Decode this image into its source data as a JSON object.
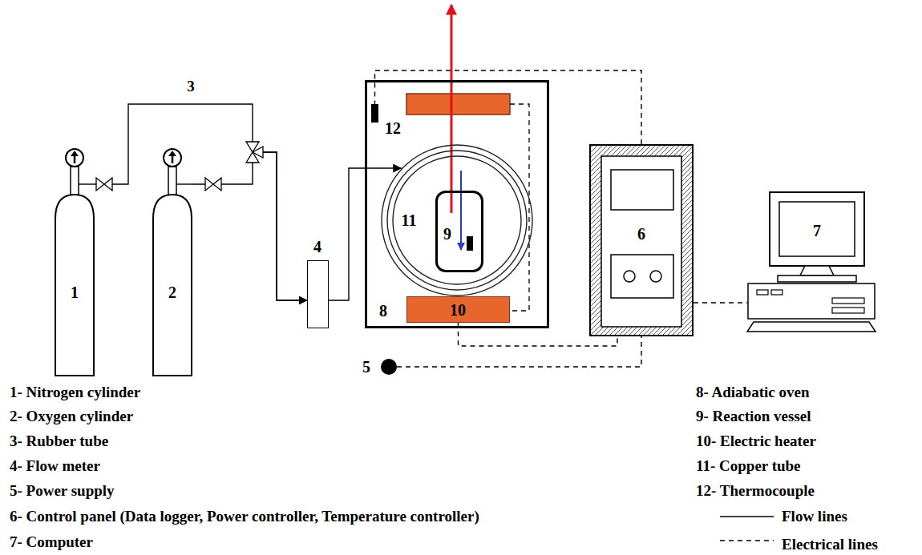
{
  "diagram": {
    "nodes": [
      {
        "text": [
          "1"
        ]
      },
      {
        "text": [
          "2"
        ]
      },
      {
        "text": [
          "4"
        ]
      },
      {
        "text": [
          "8"
        ]
      },
      {
        "text": [
          "12"
        ],
        "in": 3
      },
      {
        "text": [
          "11"
        ],
        "in": 3
      },
      {
        "text": [
          "9"
        ],
        "in": 5
      },
      {
        "text": [
          "10"
        ],
        "in": 3
      },
      {
        "text": [
          "5"
        ]
      },
      {
        "text": [
          "6"
        ]
      },
      {
        "text": [
          "7"
        ]
      }
    ],
    "edges": [
      {
        "from": 0,
        "to": 2,
        "arrow": "to"
      },
      {
        "from": 1,
        "to": 2,
        "arrow": "to"
      },
      {
        "from": 2,
        "to": 5,
        "arrow": "to"
      },
      {
        "from": 8,
        "to": 9,
        "arrow": "none"
      },
      {
        "from": 7,
        "to": 9,
        "arrow": "none"
      },
      {
        "from": 9,
        "to": 10,
        "arrow": "none"
      },
      {
        "from": 9,
        "to": 4,
        "arrow": "none"
      }
    ],
    "labels": [
      "3",
      "1- Nitrogen cylinder",
      "2- Oxygen cylinder",
      "3- Rubber tube",
      "4- Flow meter",
      "5- Power supply",
      "6- Control panel (Data logger, Power controller, Temperature controller)",
      "7- Computer",
      "8- Adiabatic oven",
      "9- Reaction vessel",
      "10- Electric heater",
      "11- Copper tube",
      "12- Thermocouple"
    ],
    "legend": [
      {
        "text": "Flow lines"
      },
      {
        "text": "Electrical lines"
      }
    ]
  }
}
